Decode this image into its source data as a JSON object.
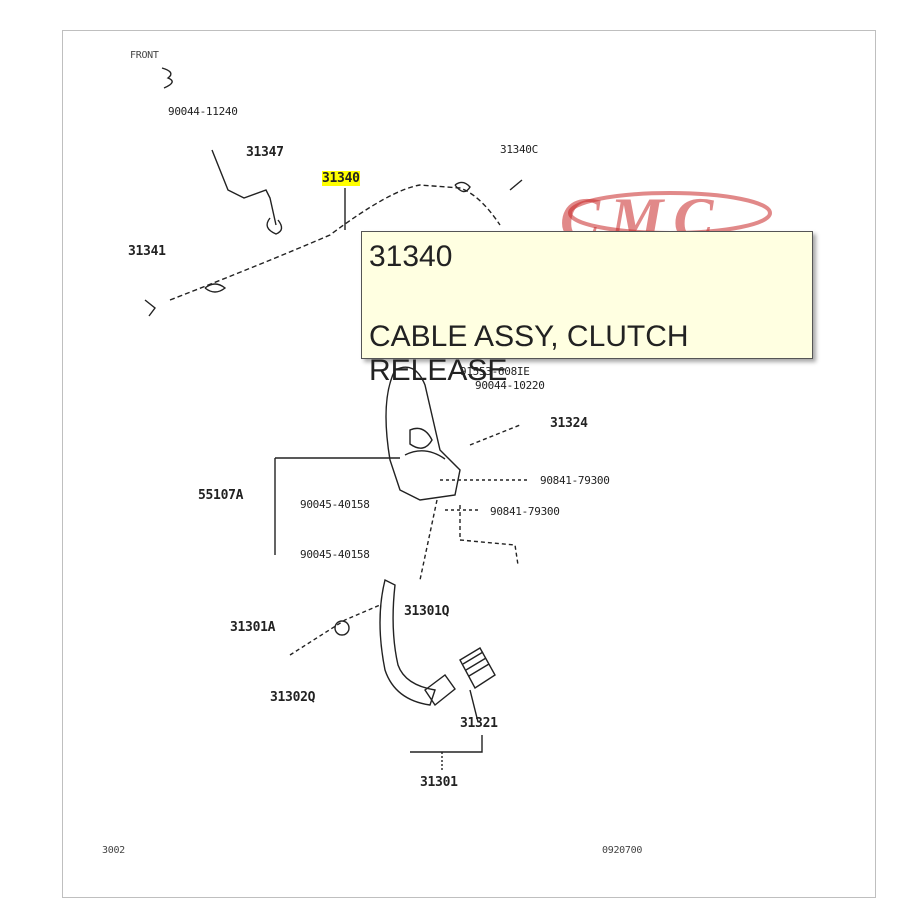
{
  "labels": {
    "top_left_mark": "FRONT",
    "p_90044_11240": "90044-11240",
    "p_31347": "31347",
    "p_31340": "31340",
    "p_31340c": "31340C",
    "p_31341": "31341",
    "p_91553_608ie": "91553-608IE",
    "p_90044_10220": "90044-10220",
    "p_31324": "31324",
    "p_55107a": "55107A",
    "p_90045_40158_a": "90045-40158",
    "p_90045_40158_b": "90045-40158",
    "p_90841_79300_a": "90841-79300",
    "p_90841_79300_b": "90841-79300",
    "p_31301a": "31301A",
    "p_31301q": "31301Q",
    "p_31302q": "31302Q",
    "p_31321": "31321",
    "p_31301": "31301",
    "footer_left": "3002",
    "footer_right": "0920700"
  },
  "tooltip": {
    "part_number": "31340",
    "description": "CABLE ASSY, CLUTCH RELEASE"
  },
  "watermark": {
    "text": "CMC"
  },
  "colors": {
    "highlight": "#ffff00",
    "tooltip_bg": "#ffffe1",
    "watermark": "#c82828"
  }
}
